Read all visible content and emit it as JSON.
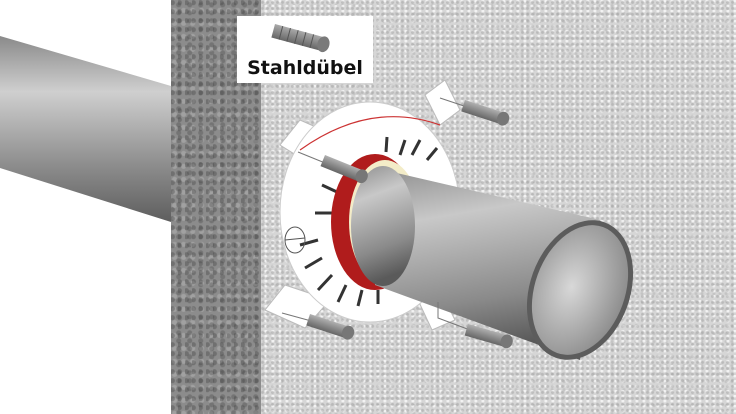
{
  "diagram": {
    "subject": "pipe-penetration-fire-collar-installation",
    "legend": {
      "label": "Stahldübel",
      "icon": "steel-anchor-icon"
    },
    "components": [
      {
        "name": "wall",
        "icon": "concrete-wall"
      },
      {
        "name": "pipe",
        "icon": "steel-pipe"
      },
      {
        "name": "fire-collar",
        "icon": "fire-protection-collar"
      },
      {
        "name": "intumescent-inlay",
        "icon": "red-inlay"
      },
      {
        "name": "mounting-bracket",
        "count": 4
      },
      {
        "name": "steel-anchor",
        "count": 4
      }
    ],
    "colors": {
      "intumescent_red": "#b01c1c",
      "pipe_gray": "#9a9a9a",
      "wall_dark": "#8c8c8c",
      "wall_light": "#d6d6d6",
      "collar_white": "#ffffff",
      "inner_liner": "#f3ecc8"
    }
  }
}
